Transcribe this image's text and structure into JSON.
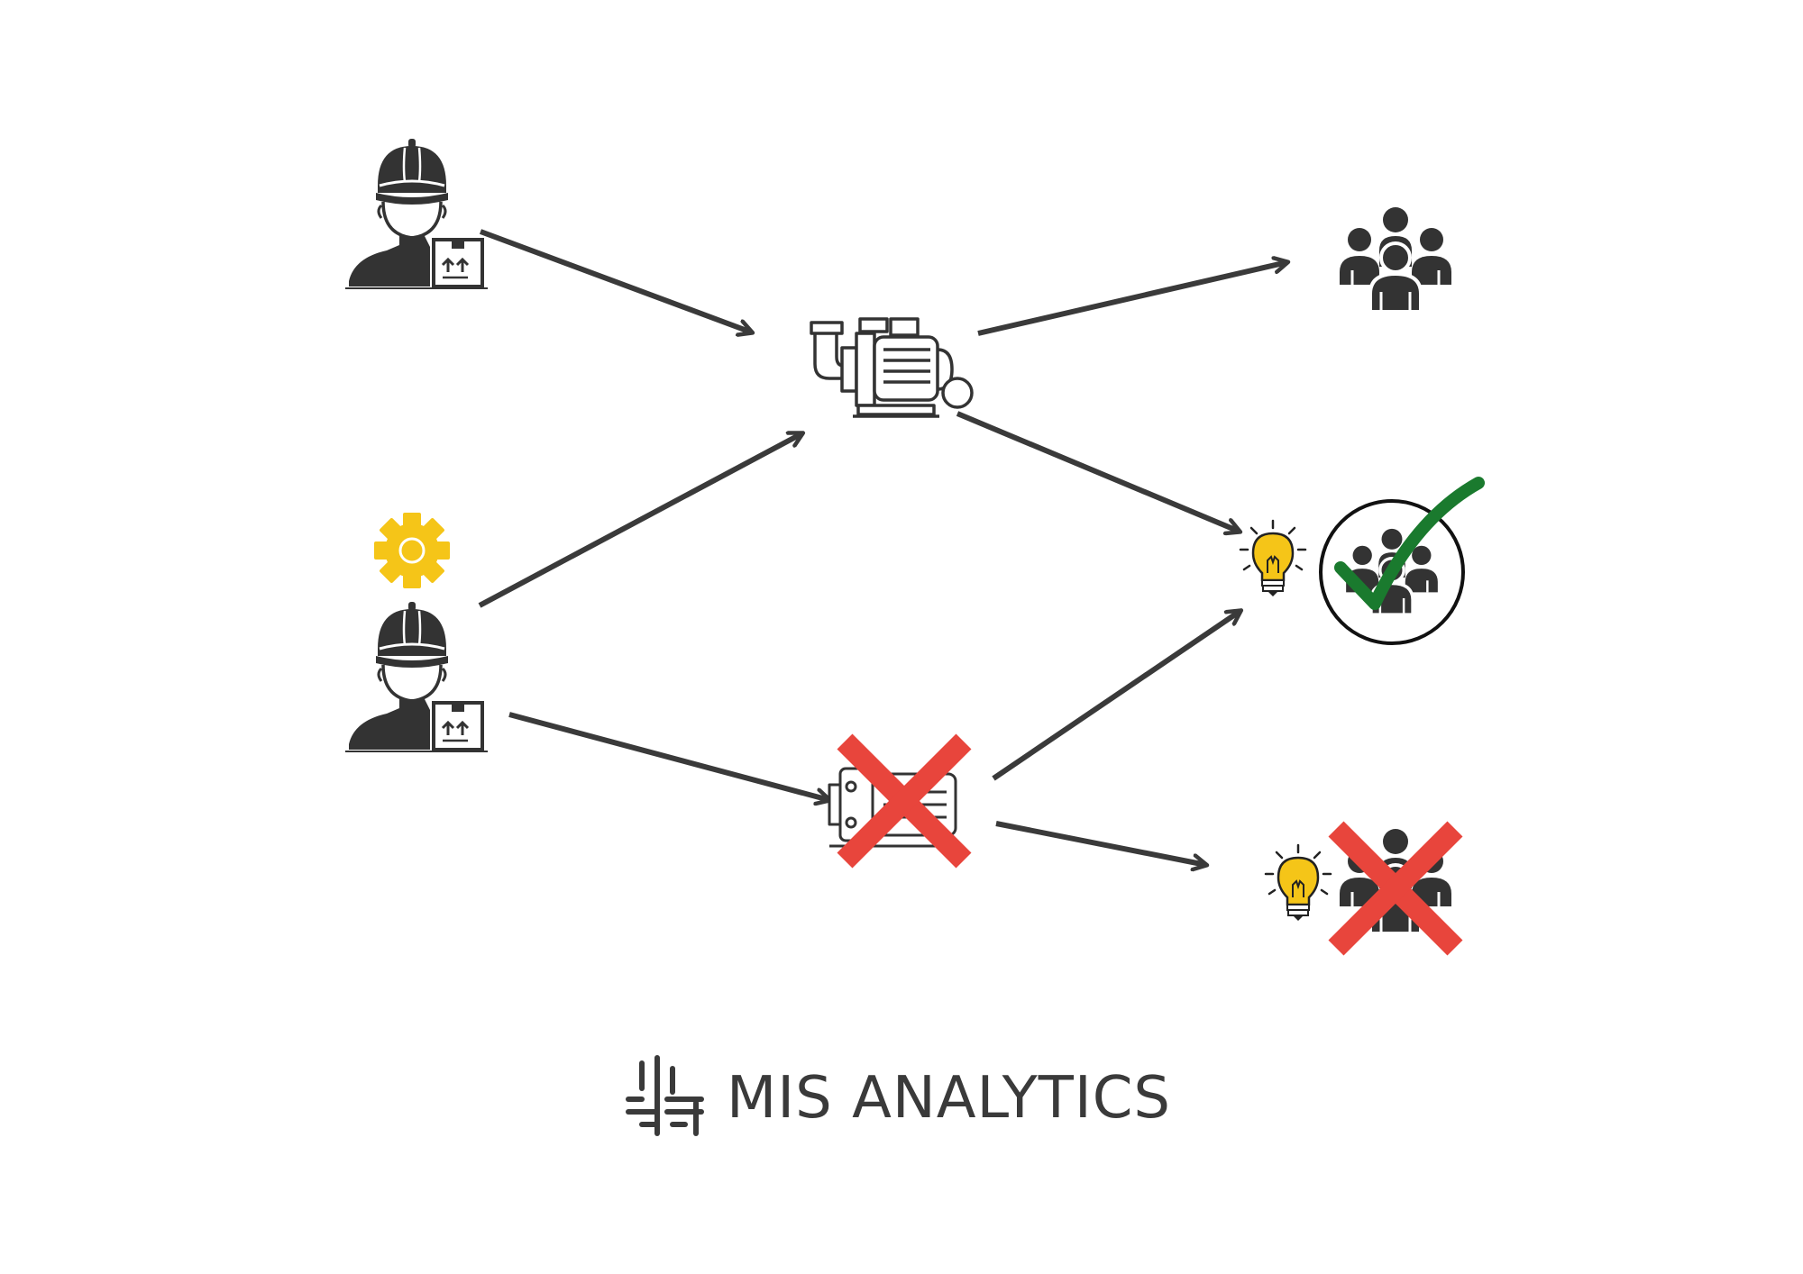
{
  "brand": {
    "name": "MIS ANALYTICS",
    "logo_icon": "bar-lines-logo-icon"
  },
  "nodes": [
    {
      "id": "supplier-top",
      "icon": "delivery-worker-icon"
    },
    {
      "id": "gear",
      "icon": "gear-icon"
    },
    {
      "id": "supplier-bottom",
      "icon": "delivery-worker-icon"
    },
    {
      "id": "pump-working",
      "icon": "water-pump-icon"
    },
    {
      "id": "pump-failed",
      "icon": "water-pump-icon",
      "status": "crossed-out"
    },
    {
      "id": "customers-top",
      "icon": "people-group-icon"
    },
    {
      "id": "customers-satisfied",
      "icon": "people-group-check-icon",
      "status": "check"
    },
    {
      "id": "customers-rejected",
      "icon": "people-group-icon",
      "status": "crossed-out"
    },
    {
      "id": "idea-middle",
      "icon": "lightbulb-icon"
    },
    {
      "id": "idea-bottom",
      "icon": "lightbulb-icon"
    }
  ],
  "edges": [
    {
      "from": "supplier-top",
      "to": "pump-working"
    },
    {
      "from": "supplier-bottom",
      "to": "pump-working"
    },
    {
      "from": "supplier-bottom",
      "to": "pump-failed"
    },
    {
      "from": "pump-working",
      "to": "customers-top"
    },
    {
      "from": "pump-working",
      "to": "customers-satisfied"
    },
    {
      "from": "pump-failed",
      "to": "customers-satisfied"
    },
    {
      "from": "pump-failed",
      "to": "customers-rejected"
    }
  ],
  "colors": {
    "icon": "#333333",
    "arrow": "#3a3a3a",
    "gear": "#f5c518",
    "bulb": "#f5c518",
    "cross": "#e8453c",
    "check": "#1a7a2e",
    "brand_text": "#3a3a3a"
  }
}
